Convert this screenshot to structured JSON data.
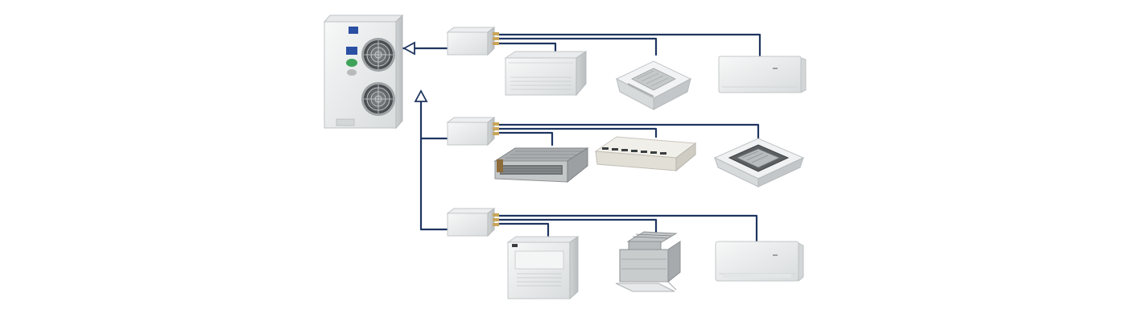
{
  "diagram": {
    "type": "multi-split air conditioning system",
    "colors": {
      "background": "#ffffff",
      "pipe": "#1f3560",
      "unit_body": "#eef0f0",
      "unit_shadow": "#c9cccd",
      "fitting_brass": "#c8a55a",
      "outdoor_logo": "#2a4fa3"
    },
    "outdoor_unit": {
      "icon": "outdoor-unit-two-fan-icon",
      "fans": 2
    },
    "branch_boxes": [
      {
        "icon": "branch-box-icon",
        "outlets": 3
      },
      {
        "icon": "branch-box-icon",
        "outlets": 3
      },
      {
        "icon": "branch-box-icon",
        "outlets": 3
      }
    ],
    "indoor_units": [
      {
        "row": 1,
        "kind": "ceiling-floor",
        "icon": "ceiling-floor-unit-icon"
      },
      {
        "row": 1,
        "kind": "cassette-4way",
        "icon": "cassette-unit-icon"
      },
      {
        "row": 1,
        "kind": "wall-mounted",
        "icon": "wall-mounted-unit-icon"
      },
      {
        "row": 2,
        "kind": "ducted-slim",
        "icon": "ducted-unit-icon"
      },
      {
        "row": 2,
        "kind": "ceiling-suspended",
        "icon": "ceiling-suspended-unit-icon"
      },
      {
        "row": 2,
        "kind": "cassette-4way",
        "icon": "cassette-unit-icon"
      },
      {
        "row": 3,
        "kind": "floor-standing",
        "icon": "floor-standing-unit-icon"
      },
      {
        "row": 3,
        "kind": "ducted-vertical",
        "icon": "ducted-vertical-unit-icon"
      },
      {
        "row": 3,
        "kind": "wall-mounted",
        "icon": "wall-mounted-unit-icon"
      }
    ]
  }
}
